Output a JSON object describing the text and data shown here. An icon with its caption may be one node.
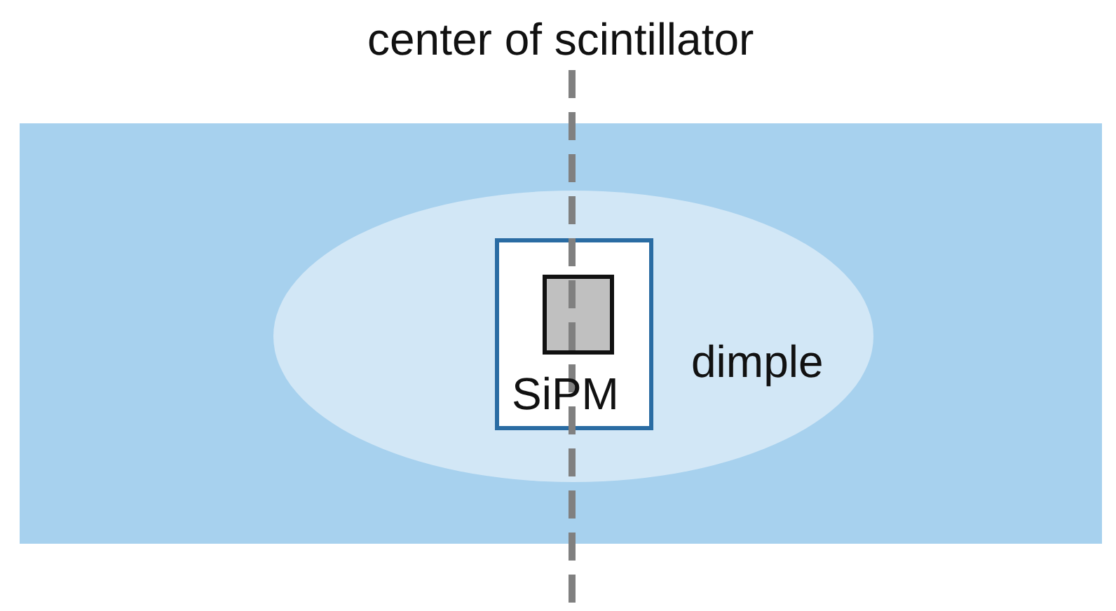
{
  "diagram": {
    "nodes": [
      {
        "text": [],
        "shape": "bar"
      },
      {
        "text": [
          "dimple"
        ],
        "in": 0
      },
      {
        "text": [
          "SiPM"
        ],
        "in": 1
      },
      {
        "text": [],
        "shape": "box",
        "in": 2
      }
    ],
    "labels": [
      "center of scintillator"
    ]
  }
}
